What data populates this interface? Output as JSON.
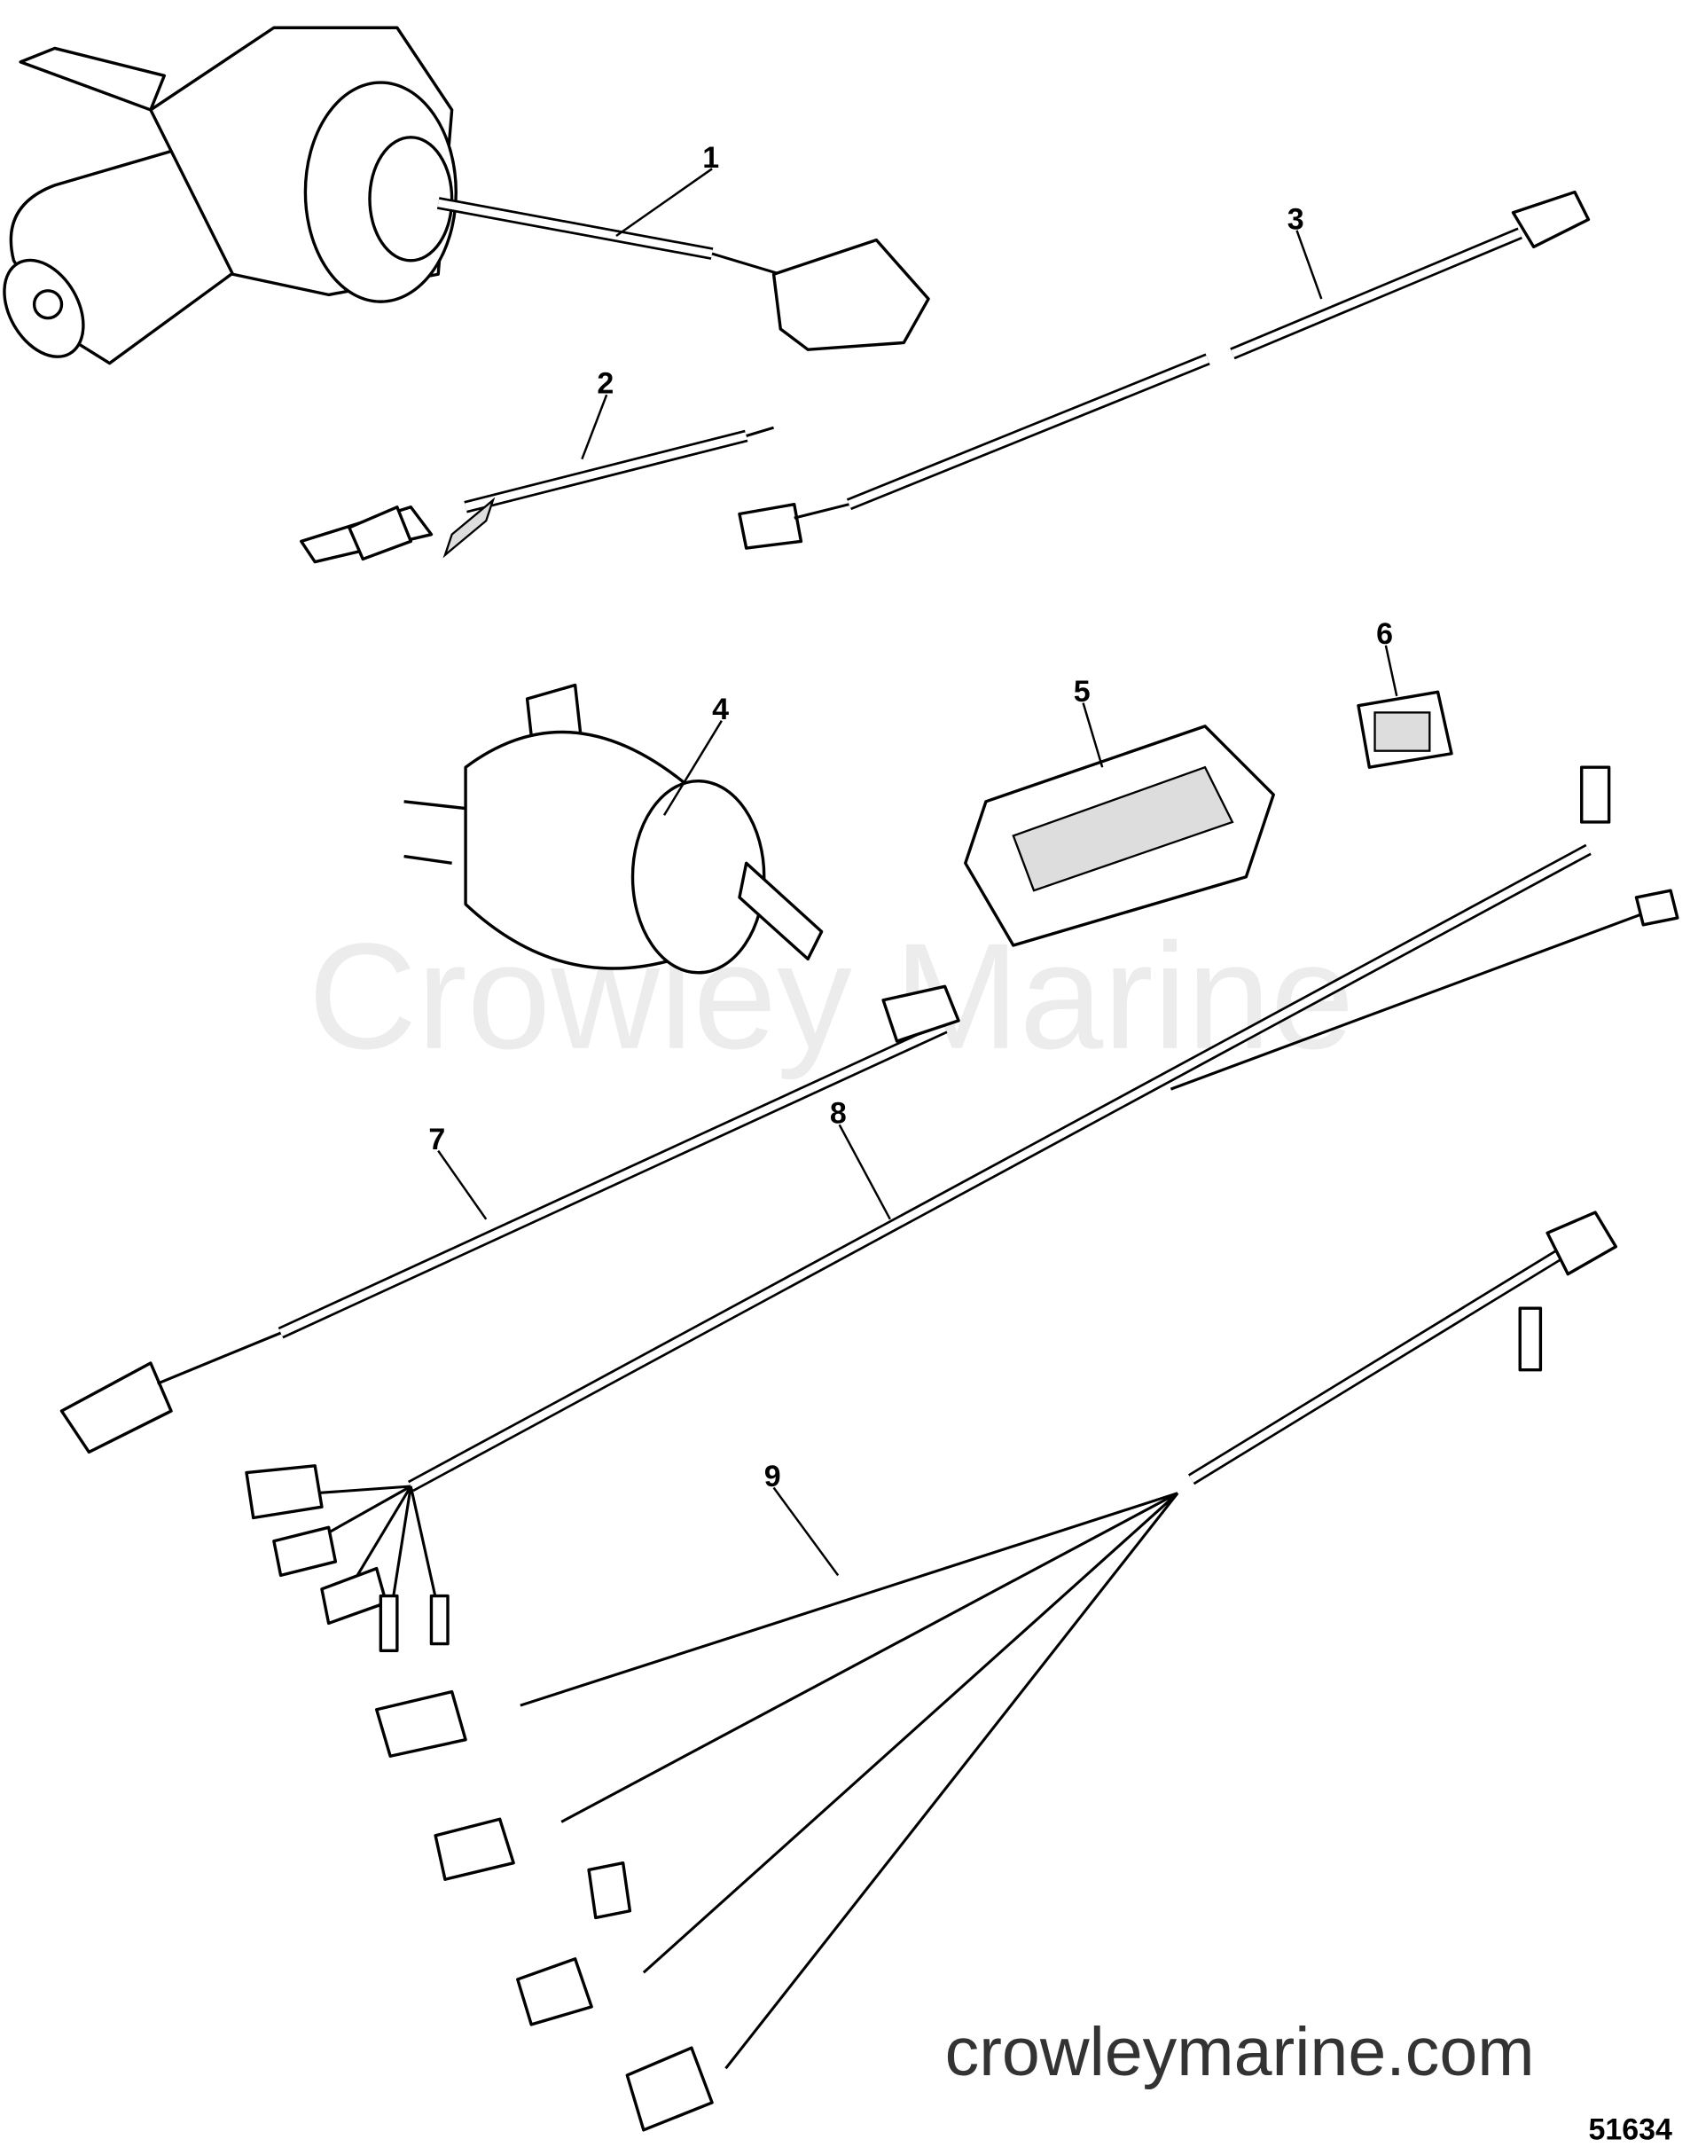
{
  "diagram": {
    "callouts": [
      "1",
      "2",
      "3",
      "4",
      "5",
      "6",
      "7",
      "8",
      "9"
    ],
    "watermark": "Crowley Marine",
    "website": "crowleymarine.com",
    "figure_number": "51634"
  }
}
